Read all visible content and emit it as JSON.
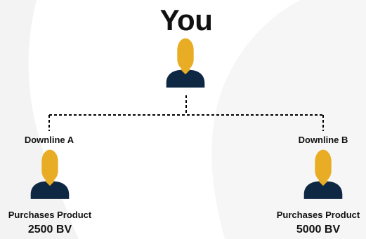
{
  "diagram": {
    "title": "You",
    "colors": {
      "head": "#E8AD24",
      "body": "#0E2743",
      "line": "#000000",
      "background_shape": "#F3F3F3"
    },
    "nodes": [
      {
        "id": "downline-a",
        "label": "Downline A",
        "caption": "Purchases Product",
        "value": "2500 BV"
      },
      {
        "id": "downline-b",
        "label": "Downline B",
        "caption": "Purchases Product",
        "value": "5000 BV"
      }
    ],
    "icons": {
      "root": "person-icon",
      "children": "person-icon"
    }
  }
}
